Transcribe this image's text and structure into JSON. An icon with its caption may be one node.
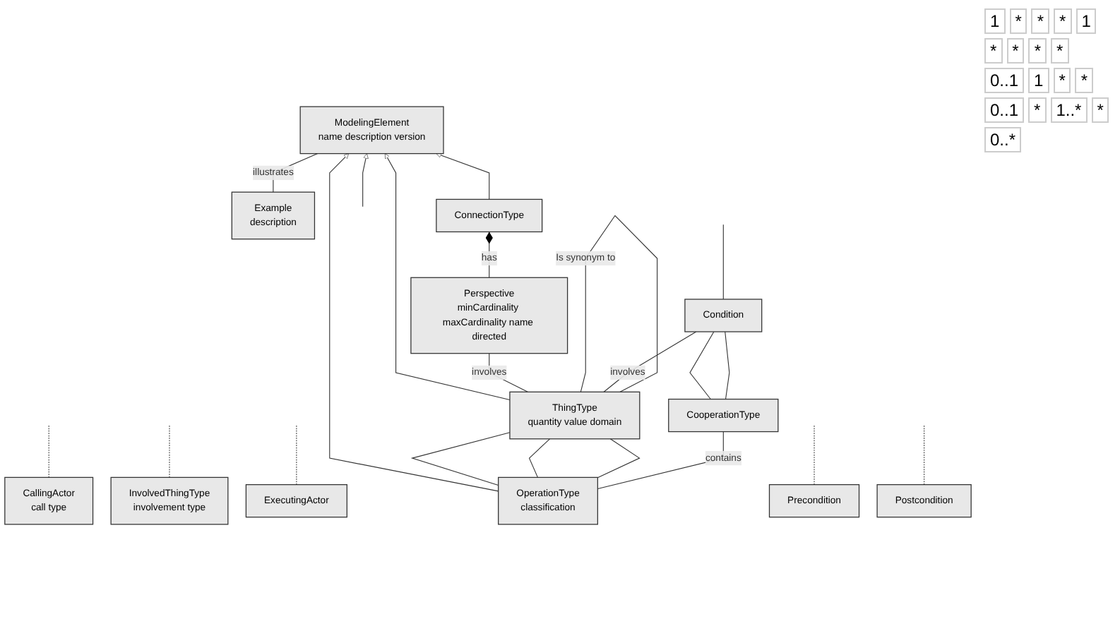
{
  "diagram": {
    "nodes": [
      {
        "text": [
          "InvolvedThingType",
          "involvement type"
        ]
      },
      {
        "text": [
          "CallingActor",
          "call type"
        ]
      },
      {
        "text": [
          "Example",
          "description"
        ]
      },
      {
        "text": [
          "ModelingElement",
          "name description version"
        ]
      },
      {
        "text": [
          "OperationType",
          "classification"
        ]
      },
      {
        "text": [
          "ThingType",
          "quantity value domain"
        ]
      },
      {
        "text": [
          "Perspective",
          "minCardinality maxCardinality name directed"
        ]
      },
      {
        "text": [
          "ExecutingActor"
        ]
      },
      {
        "text": [
          "CooperationType"
        ]
      },
      {
        "text": [
          "Condition"
        ]
      },
      {
        "text": [
          "ConnectionType"
        ]
      },
      {
        "text": [
          "Precondition"
        ]
      },
      {
        "text": [
          "Postcondition"
        ]
      }
    ],
    "edges": [
      {
        "from": 2,
        "to": 3,
        "arrow": "none",
        "label": "illustrates"
      },
      {
        "from": null,
        "to": 3,
        "arrow": "to"
      },
      {
        "from": 4,
        "to": 3,
        "arrow": "to"
      },
      {
        "from": 5,
        "to": 3,
        "arrow": "to"
      },
      {
        "from": 10,
        "to": 3,
        "arrow": "to"
      },
      {
        "from": 4,
        "to": 5,
        "arrow": "none"
      },
      {
        "from": 4,
        "to": 5,
        "arrow": "none"
      },
      {
        "from": 4,
        "to": 5,
        "arrow": "none"
      },
      {
        "from": 1,
        "to": null,
        "arrow": "none",
        "style": "dashed"
      },
      {
        "from": 0,
        "to": null,
        "arrow": "none",
        "style": "dashed"
      },
      {
        "from": 7,
        "to": null,
        "arrow": "none",
        "style": "dashed"
      },
      {
        "from": 5,
        "to": 6,
        "arrow": "none",
        "label": "involves"
      },
      {
        "from": 5,
        "to": 5,
        "arrow": "none",
        "label": "Is synonym to"
      },
      {
        "from": 5,
        "to": 9,
        "arrow": "none",
        "label": "involves"
      },
      {
        "from": 4,
        "to": 8,
        "arrow": "none",
        "label": "contains"
      },
      {
        "from": 8,
        "to": 9,
        "arrow": "none"
      },
      {
        "from": 8,
        "to": 9,
        "arrow": "none"
      },
      {
        "from": 11,
        "to": null,
        "arrow": "none",
        "style": "dashed"
      },
      {
        "from": 12,
        "to": null,
        "arrow": "none",
        "style": "dashed"
      },
      {
        "from": 6,
        "to": 10,
        "arrow": "other",
        "label": "has"
      },
      {
        "from": 9,
        "to": null,
        "arrow": "none"
      }
    ],
    "labels": [
      "1",
      "*",
      "*",
      "*",
      "1",
      "*",
      "*",
      "*",
      "*",
      "0..1",
      "1",
      "*",
      "*",
      "0..1",
      "*",
      "1..*",
      "*",
      "0..*"
    ]
  }
}
